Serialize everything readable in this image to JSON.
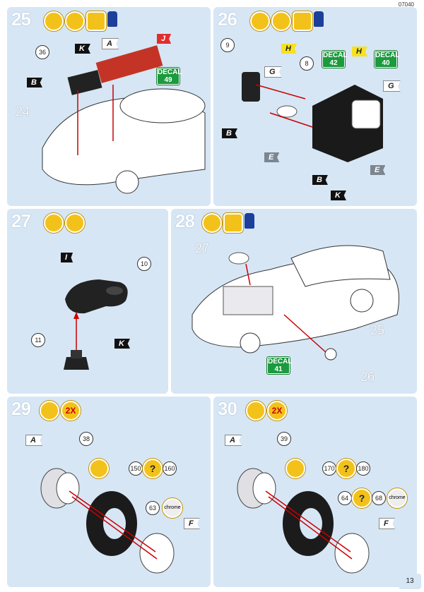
{
  "page": {
    "code": "07040",
    "number": "13"
  },
  "steps": [
    {
      "num": "25",
      "flags": [
        "K",
        "A",
        "J",
        "B"
      ],
      "callouts": [
        "36"
      ],
      "decal": "49",
      "part_label": "24"
    },
    {
      "num": "26",
      "flags": [
        "H",
        "H",
        "G",
        "G",
        "B",
        "E",
        "E",
        "B",
        "K"
      ],
      "callouts": [
        "9",
        "8"
      ],
      "decals": [
        "42",
        "40"
      ]
    },
    {
      "num": "27",
      "flags": [
        "I",
        "K"
      ],
      "callouts": [
        "10",
        "11"
      ]
    },
    {
      "num": "28",
      "callouts": [],
      "decal": "41",
      "part_labels": [
        "27",
        "25",
        "26"
      ]
    },
    {
      "num": "29",
      "mult": "2X",
      "flags": [
        "A",
        "F"
      ],
      "callouts": [
        "38",
        "150",
        "160",
        "63"
      ],
      "chrome": "chrome"
    },
    {
      "num": "30",
      "mult": "2X",
      "flags": [
        "A",
        "F"
      ],
      "callouts": [
        "39",
        "170",
        "180",
        "64",
        "68"
      ],
      "chrome": "chrome"
    }
  ],
  "decal_word": "DECAL",
  "question": "?"
}
